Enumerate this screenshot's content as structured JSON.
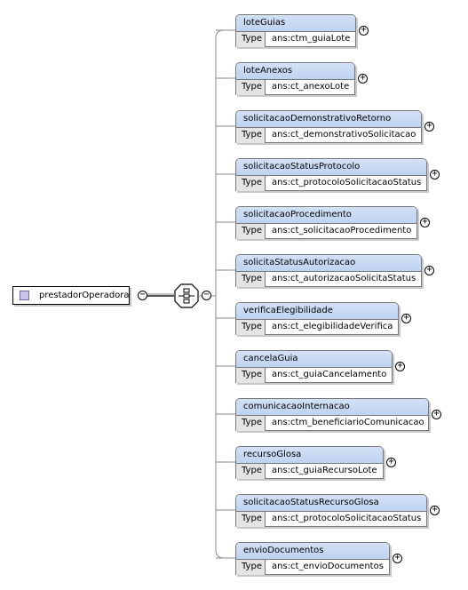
{
  "root": {
    "name": "prestadorOperadora"
  },
  "type_label": "Type",
  "collapse_symbol": "−",
  "expand_symbol": "+",
  "elements": [
    {
      "name": "loteGuias",
      "type": "ans:ctm_guiaLote"
    },
    {
      "name": "loteAnexos",
      "type": "ans:ct_anexoLote"
    },
    {
      "name": "solicitacaoDemonstrativoRetorno",
      "type": "ans:ct_demonstrativoSolicitacao"
    },
    {
      "name": "solicitacaoStatusProtocolo",
      "type": "ans:ct_protocoloSolicitacaoStatus"
    },
    {
      "name": "solicitacaoProcedimento",
      "type": "ans:ct_solicitacaoProcedimento"
    },
    {
      "name": "solicitaStatusAutorizacao",
      "type": "ans:ct_autorizacaoSolicitaStatus"
    },
    {
      "name": "verificaElegibilidade",
      "type": "ans:ct_elegibilidadeVerifica"
    },
    {
      "name": "cancelaGuia",
      "type": "ans:ct_guiaCancelamento"
    },
    {
      "name": "comunicacaoInternacao",
      "type": "ans:ctm_beneficiarioComunicacao"
    },
    {
      "name": "recursoGlosa",
      "type": "ans:ct_guiaRecursoLote"
    },
    {
      "name": "solicitacaoStatusRecursoGlosa",
      "type": "ans:ct_protocoloSolicitacaoStatus"
    },
    {
      "name": "envioDocumentos",
      "type": "ans:ct_envioDocumentos"
    }
  ]
}
